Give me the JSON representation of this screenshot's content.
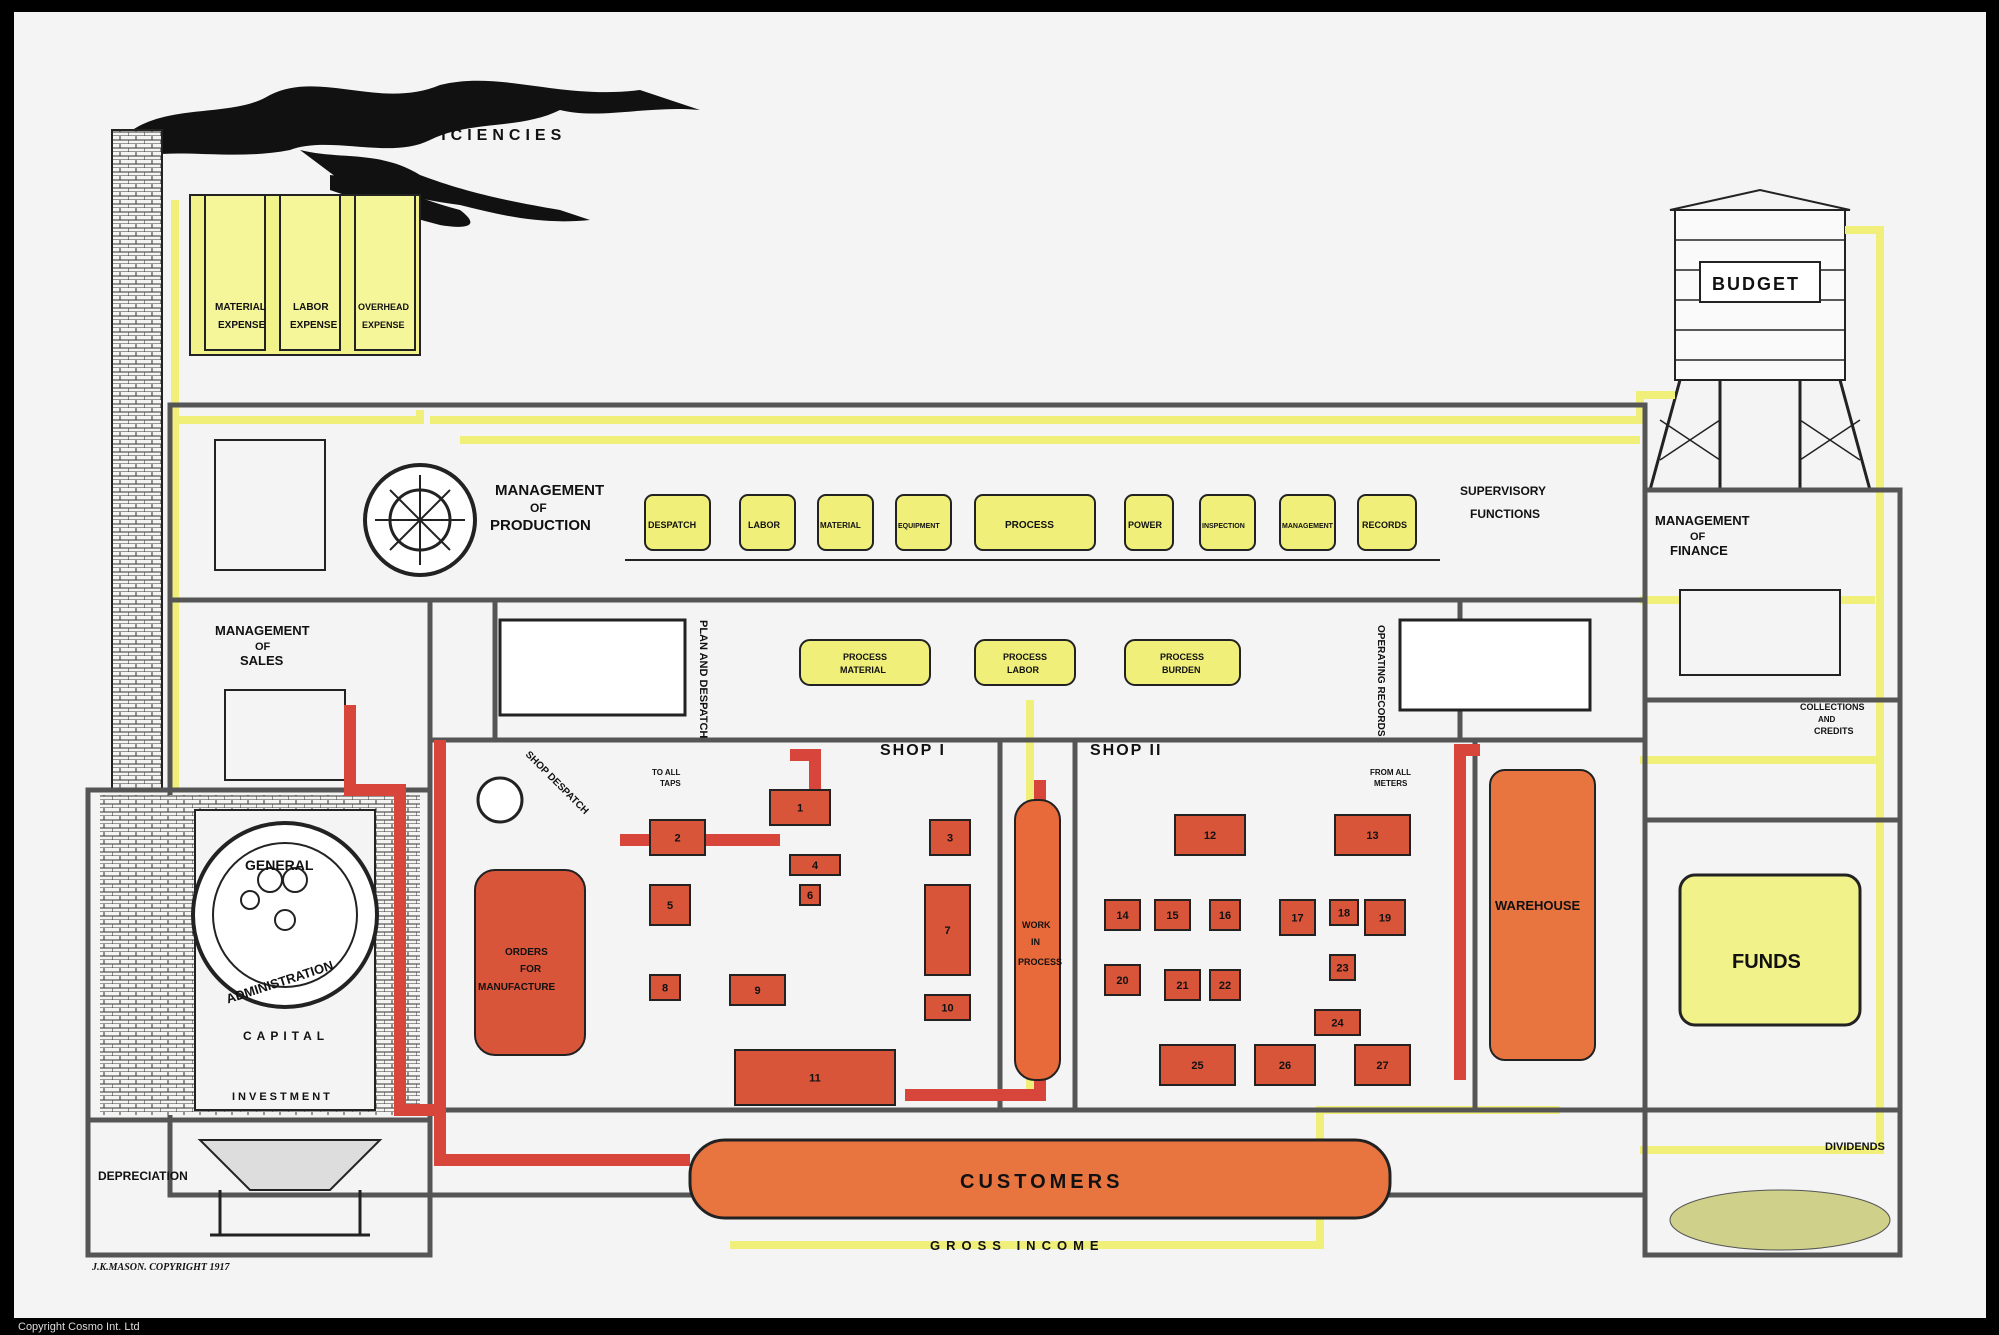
{
  "title_smoke": "INEFFICIENCIES",
  "expense_tanks": [
    {
      "line1": "MATERIAL",
      "line2": "EXPENSE"
    },
    {
      "line1": "LABOR",
      "line2": "EXPENSE"
    },
    {
      "line1": "OVERHEAD",
      "line2": "EXPENSE"
    }
  ],
  "budget": "BUDGET",
  "management_production": [
    "MANAGEMENT",
    "OF",
    "PRODUCTION"
  ],
  "supervisory": [
    "SUPERVISORY",
    "FUNCTIONS"
  ],
  "function_tanks": [
    "DESPATCH",
    "LABOR",
    "MATERIAL",
    "EQUIPMENT",
    "PROCESS",
    "POWER",
    "INSPECTION",
    "MANAGEMENT",
    "RECORDS"
  ],
  "management_finance": [
    "MANAGEMENT",
    "OF",
    "FINANCE"
  ],
  "management_sales": [
    "MANAGEMENT",
    "OF",
    "SALES"
  ],
  "plan_despatch": "PLAN AND DESPATCH",
  "operating_records": "OPERATING RECORDS",
  "process_tanks": [
    {
      "line1": "PROCESS",
      "line2": "MATERIAL"
    },
    {
      "line1": "PROCESS",
      "line2": "LABOR"
    },
    {
      "line1": "PROCESS",
      "line2": "BURDEN"
    }
  ],
  "collections": [
    "COLLECTIONS",
    "AND",
    "CREDITS"
  ],
  "shop1": "SHOP I",
  "shop2": "SHOP II",
  "shop_despatch": "SHOP DESPATCH",
  "to_all_taps": [
    "TO ALL",
    "TAPS"
  ],
  "from_all_meters": [
    "FROM ALL",
    "METERS"
  ],
  "orders": [
    "ORDERS",
    "FOR",
    "MANUFACTURE"
  ],
  "work_in_process": [
    "WORK",
    "IN",
    "PROCESS"
  ],
  "warehouse": "WAREHOUSE",
  "funds": "FUNDS",
  "general_admin": [
    "GENERAL",
    "ADMINISTRATION"
  ],
  "capital": "CAPITAL",
  "investment": "INVESTMENT",
  "depreciation": "DEPRECIATION",
  "customers": "CUSTOMERS",
  "gross_income": "GROSS INCOME",
  "dividends": "DIVIDENDS",
  "signature": "J.K.MASON. COPYRIGHT 1917",
  "copyright": "Copyright Cosmo Int. Ltd",
  "shop1_nums": [
    "1",
    "2",
    "3",
    "4",
    "5",
    "6",
    "7",
    "8",
    "9",
    "10",
    "11"
  ],
  "shop2_nums": [
    "12",
    "13",
    "14",
    "15",
    "16",
    "17",
    "18",
    "19",
    "20",
    "21",
    "22",
    "23",
    "24",
    "25",
    "26",
    "27"
  ]
}
